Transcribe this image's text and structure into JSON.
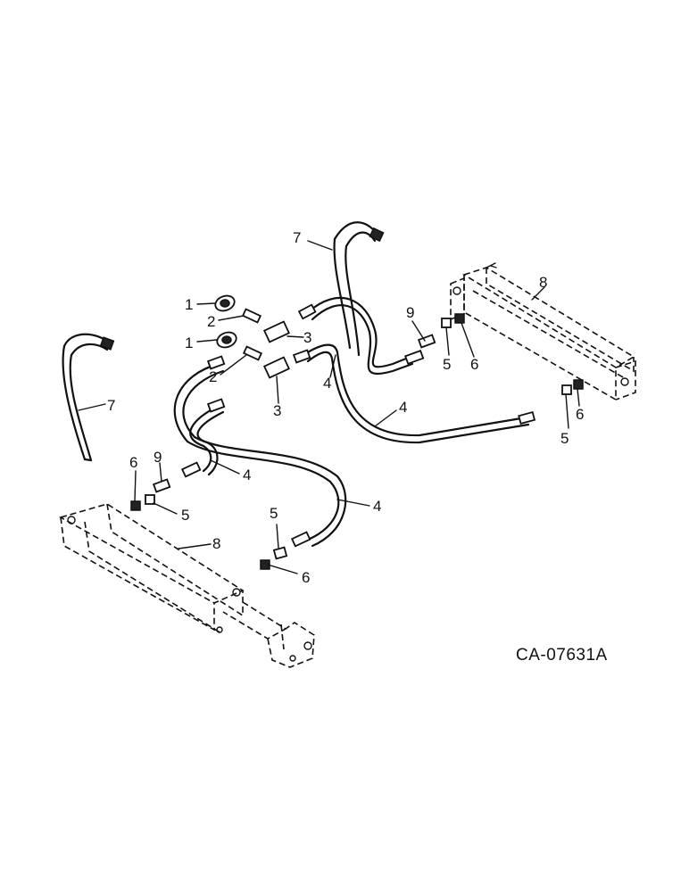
{
  "figure": {
    "code": "CA-07631A"
  },
  "callouts": {
    "c1a": "1",
    "c1b": "1",
    "c2a": "2",
    "c2b": "2",
    "c3a": "3",
    "c3b": "3",
    "c4a": "4",
    "c4b": "4",
    "c4c": "4",
    "c4d": "4",
    "c5a": "5",
    "c5b": "5",
    "c5c": "5",
    "c5d": "5",
    "c6a": "6",
    "c6b": "6",
    "c6c": "6",
    "c6d": "6",
    "c7a": "7",
    "c7b": "7",
    "c8a": "8",
    "c8b": "8",
    "c9a": "9",
    "c9b": "9"
  }
}
